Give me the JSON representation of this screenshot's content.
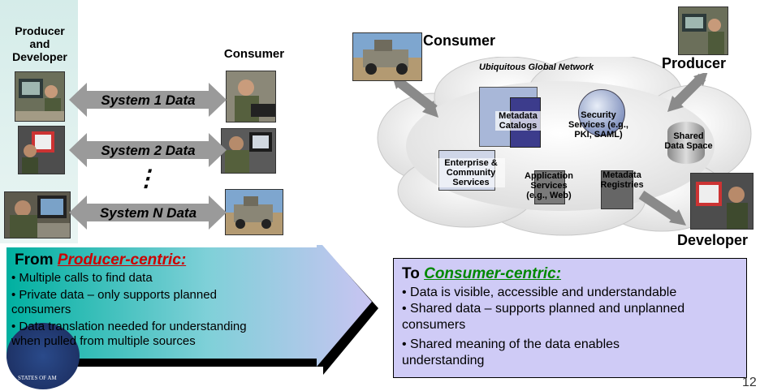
{
  "left": {
    "producer_developer": [
      "Producer",
      "and",
      "Developer"
    ],
    "consumer": "Consumer",
    "arrows": [
      "System 1 Data",
      "System 2 Data",
      "System N Data"
    ],
    "ellipsis": "⋮"
  },
  "right": {
    "consumer": "Consumer",
    "producer": "Producer",
    "developer": "Developer",
    "network_title": "Ubiquitous Global Network",
    "nodes": {
      "metadata_catalogs": [
        "Metadata",
        "Catalogs"
      ],
      "security_services": [
        "Security",
        "Services (e.g.,",
        "PKI, SAML)"
      ],
      "shared_data_space": [
        "Shared",
        "Data Space"
      ],
      "enterprise_services": [
        "Enterprise &",
        "Community",
        "Services"
      ],
      "application_services": [
        "Application",
        "Services",
        "(e.g., Web)"
      ],
      "metadata_registries": [
        "Metadata",
        "Registries"
      ]
    }
  },
  "from_box": {
    "title_prefix": "From ",
    "title_emph": "Producer-centric:",
    "bullets": [
      "• Multiple calls to find data",
      "• Private data – only supports planned",
      "consumers",
      "• Data translation needed for understanding",
      "when pulled from multiple sources"
    ]
  },
  "to_box": {
    "title_prefix": "To ",
    "title_emph": "Consumer-centric:",
    "bullets": [
      "• Data is visible, accessible and understandable",
      "• Shared data – supports planned and unplanned",
      "consumers",
      "• Shared meaning of the data enables",
      "understanding"
    ]
  },
  "page_number": "12",
  "seal_text": "STATES OF AM",
  "colors": {
    "from_title_accent": "#cc0000",
    "to_title_accent": "#008800",
    "arrow_gray": "#9a9a9a",
    "teal_start": "#00b0a0",
    "lavender": "#c9c4f2"
  }
}
